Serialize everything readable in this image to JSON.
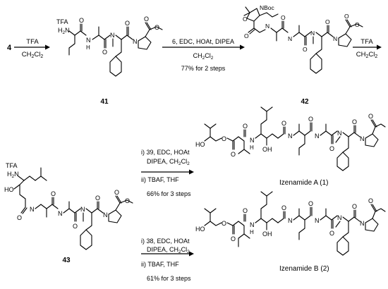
{
  "start_label": "4",
  "step1": {
    "reagent": "TFA",
    "solvent": "CH2Cl2"
  },
  "compound_41": {
    "number": "41",
    "salt": "TFA"
  },
  "coupling_1": {
    "reagents": "6, EDC, HOAt, DIPEA",
    "solvent": "CH2Cl2",
    "yield": "77% for 2 steps"
  },
  "compound_42": {
    "number": "42",
    "protecting_group": "NBoc"
  },
  "step3": {
    "reagent": "TFA",
    "solvent": "CH2Cl2"
  },
  "compound_43": {
    "number": "43",
    "salt": "TFA"
  },
  "route_A": {
    "step_i": "i) 39, EDC, HOAt",
    "step_i_cont": "DIPEA, CH2Cl2",
    "step_ii": "ii) TBAF, THF",
    "yield": "66% for 3 steps",
    "product": "Izenamide A (1)"
  },
  "route_B": {
    "step_i": "i) 38, EDC, HOAt",
    "step_i_cont": "DIPEA, CH2Cl2",
    "step_ii": "ii) TBAF, THF",
    "yield": "61% for 3 steps",
    "product": "Izenamide B (2)"
  },
  "atoms": {
    "O": "O",
    "N": "N",
    "H": "H",
    "OH": "OH",
    "HO": "HO",
    "NH2": "NH2"
  }
}
